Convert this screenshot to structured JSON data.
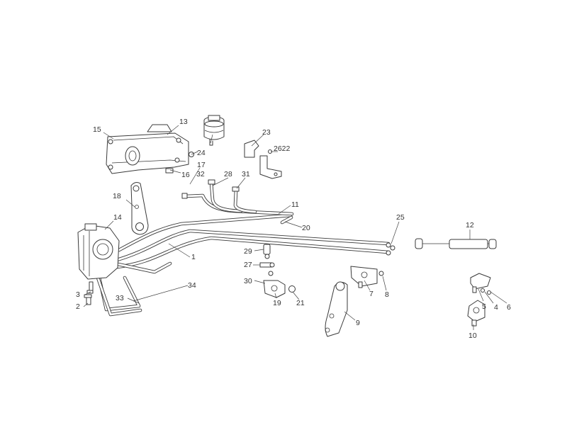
{
  "callouts": {
    "c1": "1",
    "c2": "2",
    "c3": "3",
    "c4": "4",
    "c5": "5",
    "c6": "6",
    "c7": "7",
    "c8": "8",
    "c9": "9",
    "c10": "10",
    "c11": "11",
    "c12": "12",
    "c13": "13",
    "c14": "14",
    "c15": "15",
    "c16": "16",
    "c17": "17",
    "c18": "18",
    "c19": "19",
    "c20": "20",
    "c21": "21",
    "c23": "23",
    "c24": "24",
    "c25": "25",
    "c27": "27",
    "c28": "28",
    "c29": "29",
    "c30": "30",
    "c31": "31",
    "c32": "32",
    "c33": "33",
    "c34": "34",
    "c2622": "2622"
  },
  "colors": {
    "line": "#3a3a3a",
    "background": "#ffffff"
  }
}
